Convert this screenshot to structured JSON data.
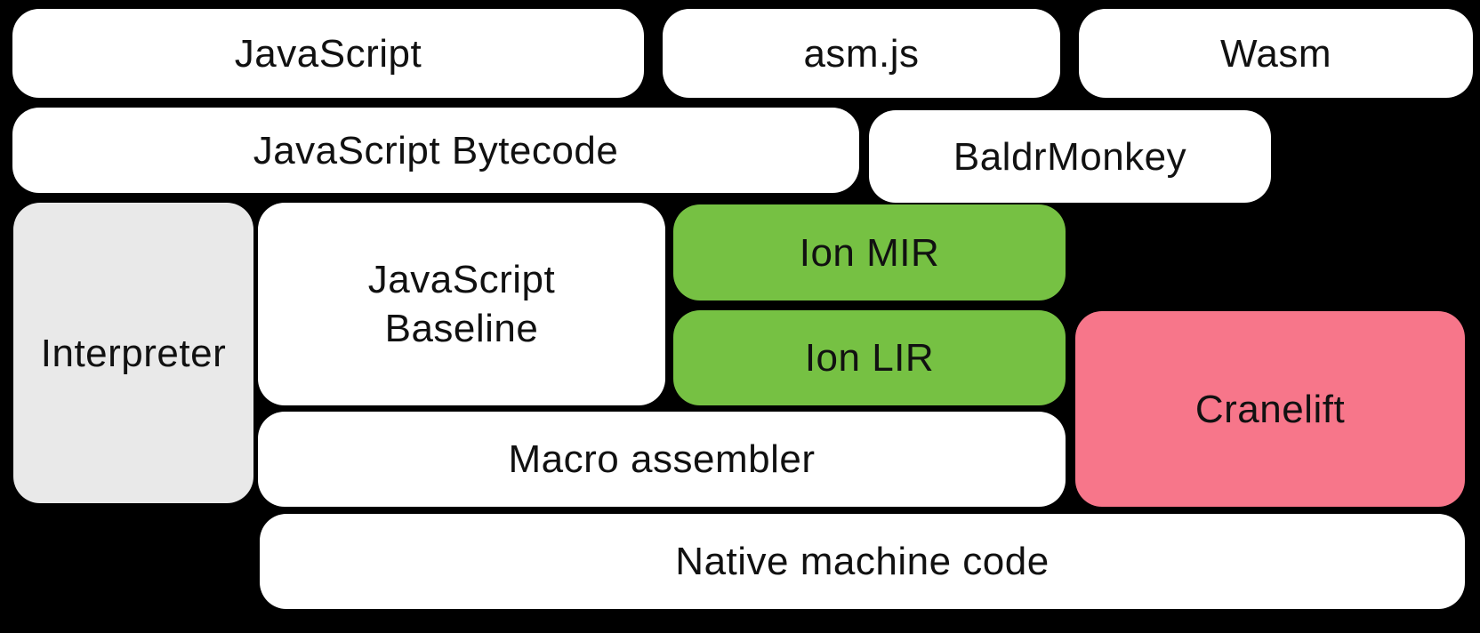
{
  "diagram": {
    "nodes": {
      "javascript": {
        "label": "JavaScript"
      },
      "asmjs": {
        "label": "asm.js"
      },
      "wasm": {
        "label": "Wasm"
      },
      "bytecode": {
        "label": "JavaScript Bytecode"
      },
      "baldrmonkey": {
        "label": "BaldrMonkey"
      },
      "interpreter": {
        "label": "Interpreter"
      },
      "baseline": {
        "lines": [
          "JavaScript",
          "Baseline"
        ]
      },
      "ion_mir": {
        "label": "Ion MIR"
      },
      "ion_lir": {
        "label": "Ion LIR"
      },
      "cranelift": {
        "label": "Cranelift"
      },
      "macro_assembler": {
        "label": "Macro assembler"
      },
      "native_code": {
        "label": "Native machine code"
      }
    },
    "colors": {
      "background": "#000000",
      "default_box": "#ffffff",
      "interpreter_box": "#e9e9e9",
      "ion_box": "#76c143",
      "cranelift_box": "#f7768a",
      "text": "#111111"
    }
  }
}
